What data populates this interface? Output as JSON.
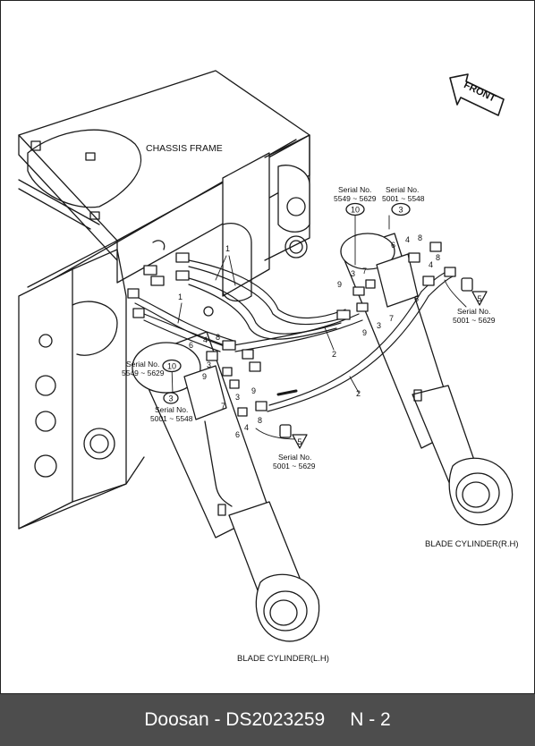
{
  "labels": {
    "chassis_frame": "CHASSIS FRAME",
    "blade_cylinder_rh": "BLADE CYLINDER(R.H)",
    "blade_cylinder_lh": "BLADE CYLINDER(L.H)",
    "front": "FRONT"
  },
  "serial_notes": {
    "serial_no": "Serial No.",
    "range_5549_5629": "5549 ~ 5629",
    "range_5001_5548": "5001 ~ 5548",
    "range_5001_5629": "5001 ~ 5629"
  },
  "callouts": {
    "n1": "1",
    "n2": "2",
    "n3": "3",
    "n4": "4",
    "n5": "5",
    "n6": "6",
    "n7": "7",
    "n8": "8",
    "n9": "9",
    "n10": "10"
  },
  "footer": {
    "brand_code": "Doosan - DS2023259",
    "page": "N - 2"
  }
}
